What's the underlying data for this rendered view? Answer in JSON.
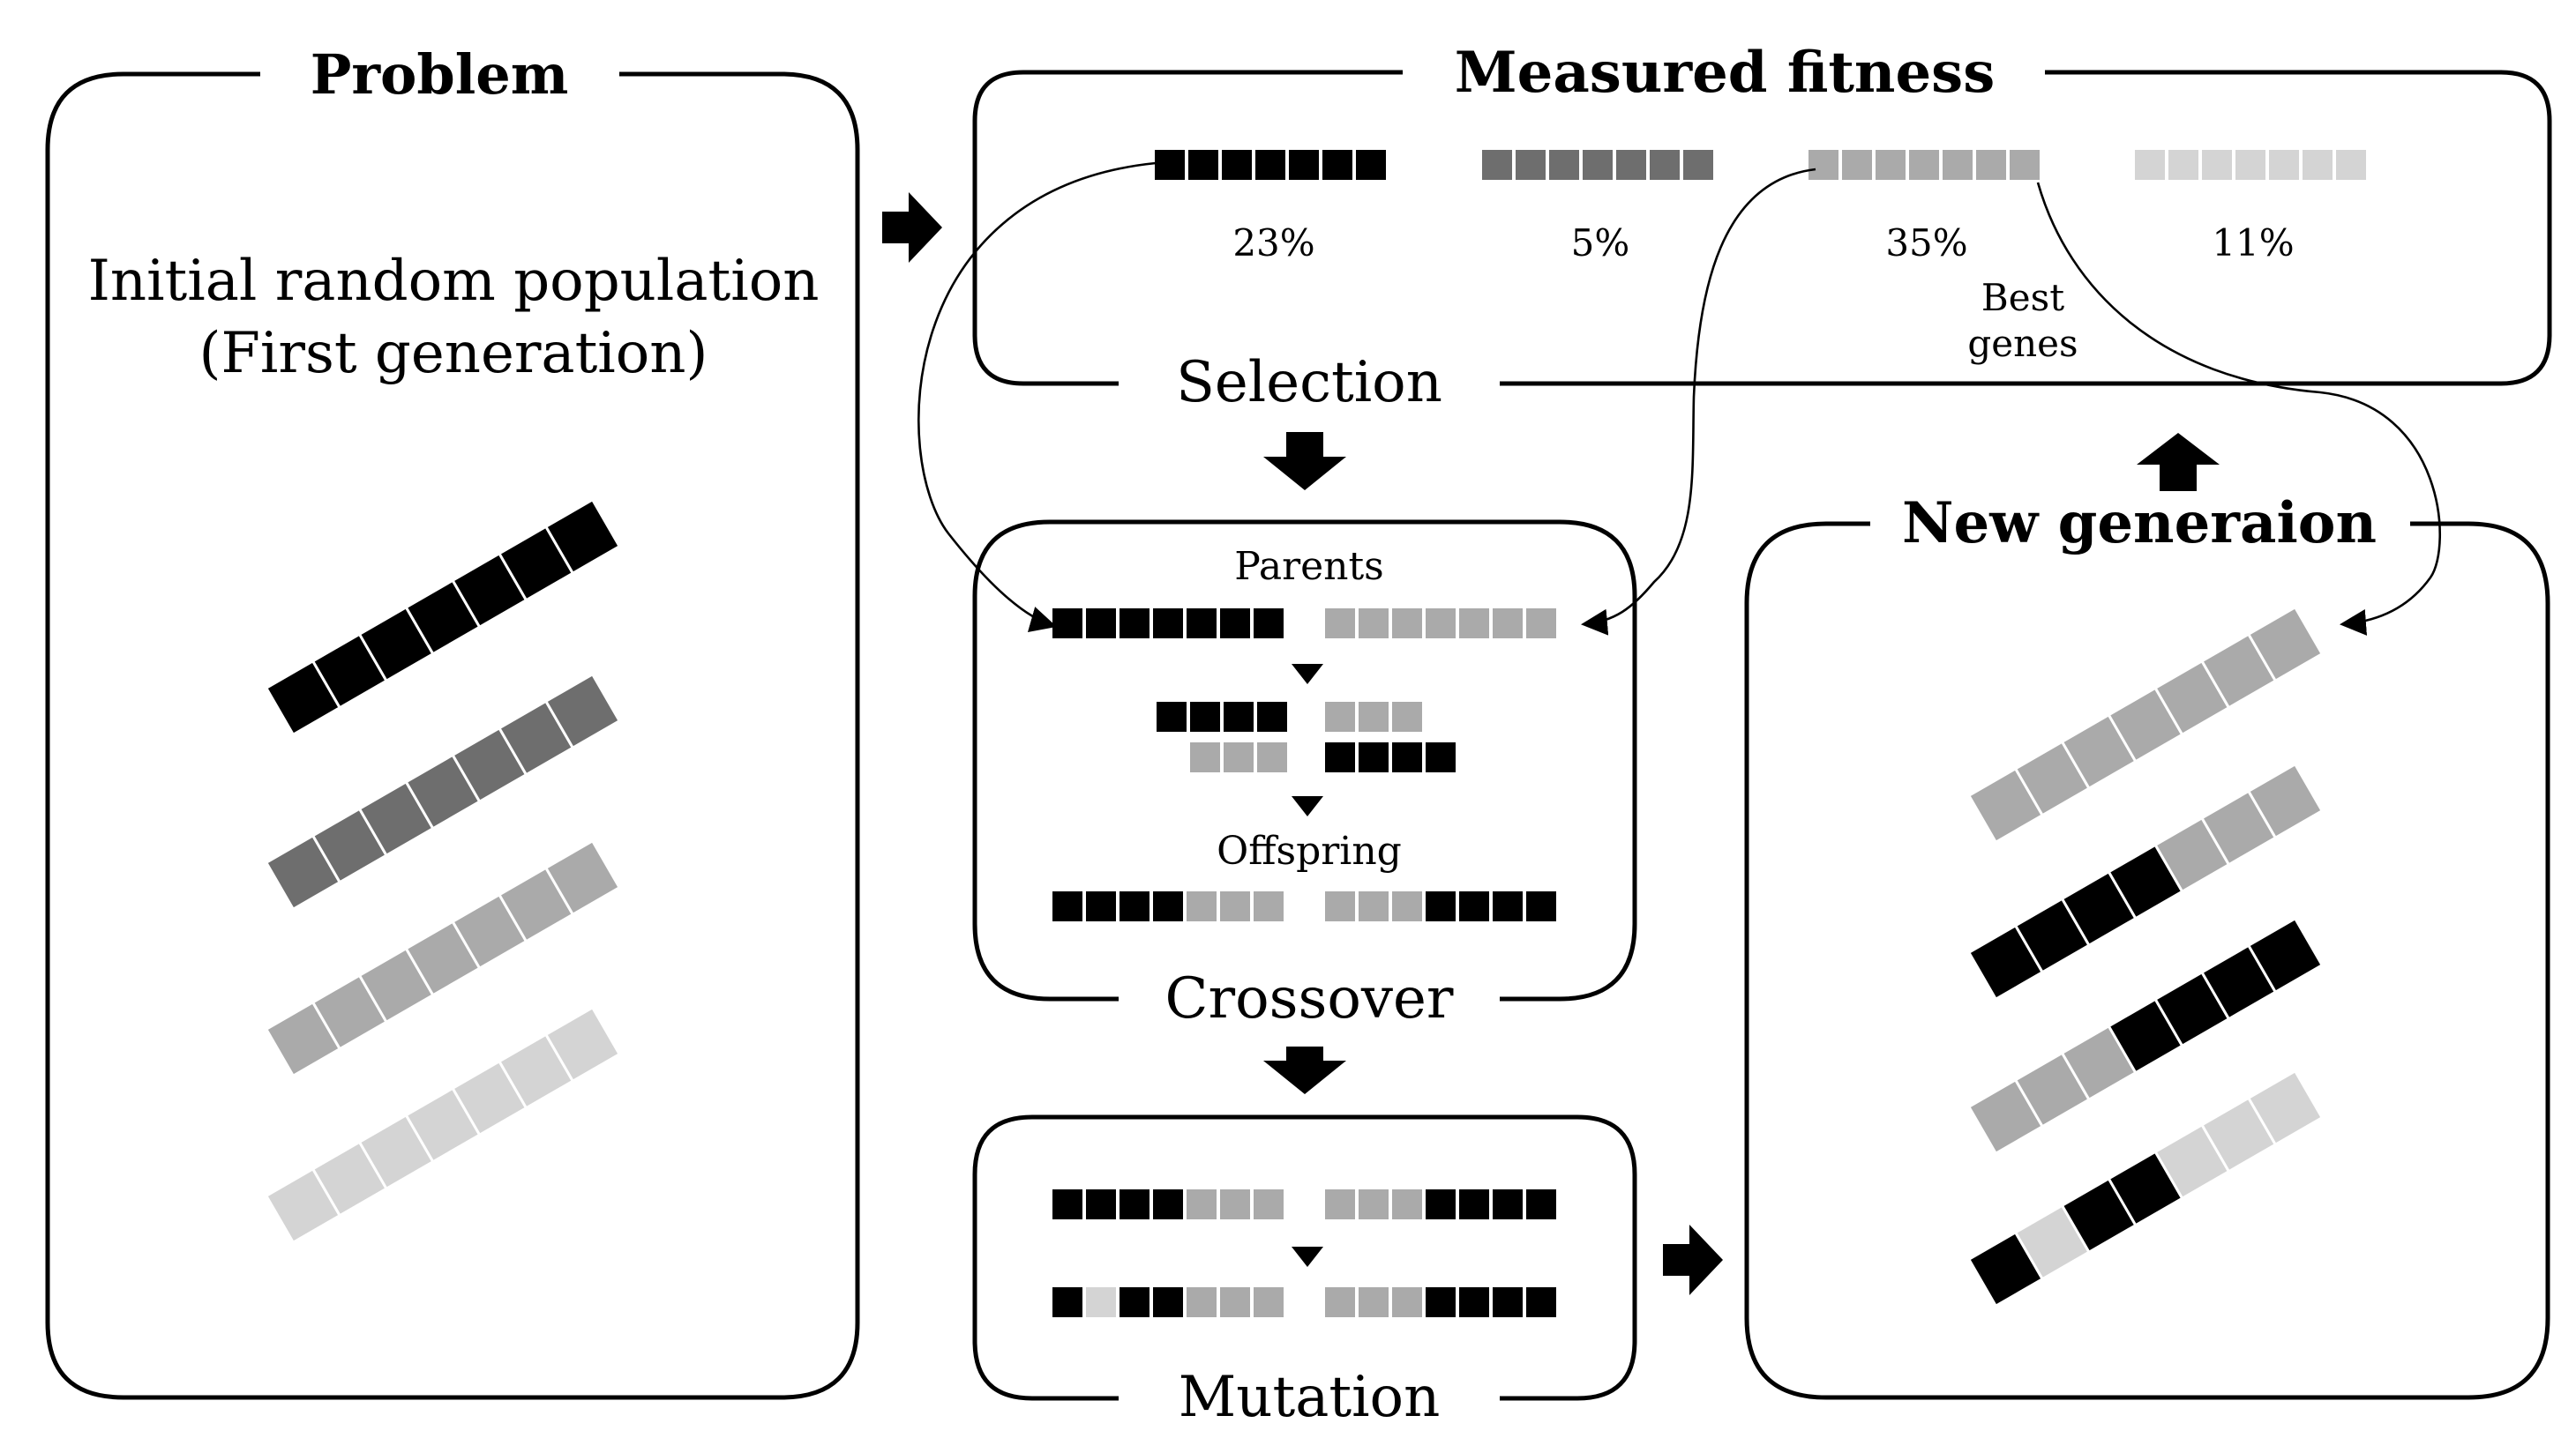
{
  "colors": {
    "black": "#000000",
    "dark": "#6e6e6e",
    "mid": "#aaaaaa",
    "light": "#d4d4d4",
    "background": "#ffffff"
  },
  "problem": {
    "title": "Problem",
    "line1": "Initial random population",
    "line2": "(First generation)",
    "chromosomes": [
      [
        "black",
        "black",
        "black",
        "black",
        "black",
        "black",
        "black"
      ],
      [
        "dark",
        "dark",
        "dark",
        "dark",
        "dark",
        "dark",
        "dark"
      ],
      [
        "mid",
        "mid",
        "mid",
        "mid",
        "mid",
        "mid",
        "mid"
      ],
      [
        "light",
        "light",
        "light",
        "light",
        "light",
        "light",
        "light"
      ]
    ]
  },
  "fitness": {
    "title": "Measured fitness",
    "chromosomes": [
      {
        "genes": [
          "black",
          "black",
          "black",
          "black",
          "black",
          "black",
          "black"
        ],
        "percent": "23%"
      },
      {
        "genes": [
          "dark",
          "dark",
          "dark",
          "dark",
          "dark",
          "dark",
          "dark"
        ],
        "percent": "5%"
      },
      {
        "genes": [
          "mid",
          "mid",
          "mid",
          "mid",
          "mid",
          "mid",
          "mid"
        ],
        "percent": "35%"
      },
      {
        "genes": [
          "light",
          "light",
          "light",
          "light",
          "light",
          "light",
          "light"
        ],
        "percent": "11%"
      }
    ],
    "best_line1": "Best",
    "best_line2": "genes"
  },
  "selection": {
    "label": "Selection"
  },
  "crossover": {
    "label": "Crossover",
    "parents_label": "Parents",
    "offspring_label": "Offspring",
    "parents": [
      [
        "black",
        "black",
        "black",
        "black",
        "black",
        "black",
        "black"
      ],
      [
        "mid",
        "mid",
        "mid",
        "mid",
        "mid",
        "mid",
        "mid"
      ]
    ],
    "split_a": [
      [
        "black",
        "black",
        "black",
        "black"
      ],
      [
        "mid",
        "mid",
        "mid"
      ]
    ],
    "split_b": [
      [
        "mid",
        "mid",
        "mid"
      ],
      [
        "black",
        "black",
        "black",
        "black"
      ]
    ],
    "offspring": [
      [
        "black",
        "black",
        "black",
        "black",
        "mid",
        "mid",
        "mid"
      ],
      [
        "mid",
        "mid",
        "mid",
        "black",
        "black",
        "black",
        "black"
      ]
    ]
  },
  "mutation": {
    "label": "Mutation",
    "before": [
      [
        "black",
        "black",
        "black",
        "black",
        "mid",
        "mid",
        "mid"
      ],
      [
        "mid",
        "mid",
        "mid",
        "black",
        "black",
        "black",
        "black"
      ]
    ],
    "after": [
      [
        "black",
        "light",
        "black",
        "black",
        "mid",
        "mid",
        "mid"
      ],
      [
        "mid",
        "mid",
        "mid",
        "black",
        "black",
        "black",
        "black"
      ]
    ]
  },
  "new_generation": {
    "title": "New generaion",
    "chromosomes": [
      [
        "mid",
        "mid",
        "mid",
        "mid",
        "mid",
        "mid",
        "mid"
      ],
      [
        "black",
        "black",
        "black",
        "black",
        "mid",
        "mid",
        "mid"
      ],
      [
        "mid",
        "mid",
        "mid",
        "black",
        "black",
        "black",
        "black"
      ],
      [
        "black",
        "light",
        "black",
        "black",
        "light",
        "light",
        "light"
      ]
    ]
  }
}
